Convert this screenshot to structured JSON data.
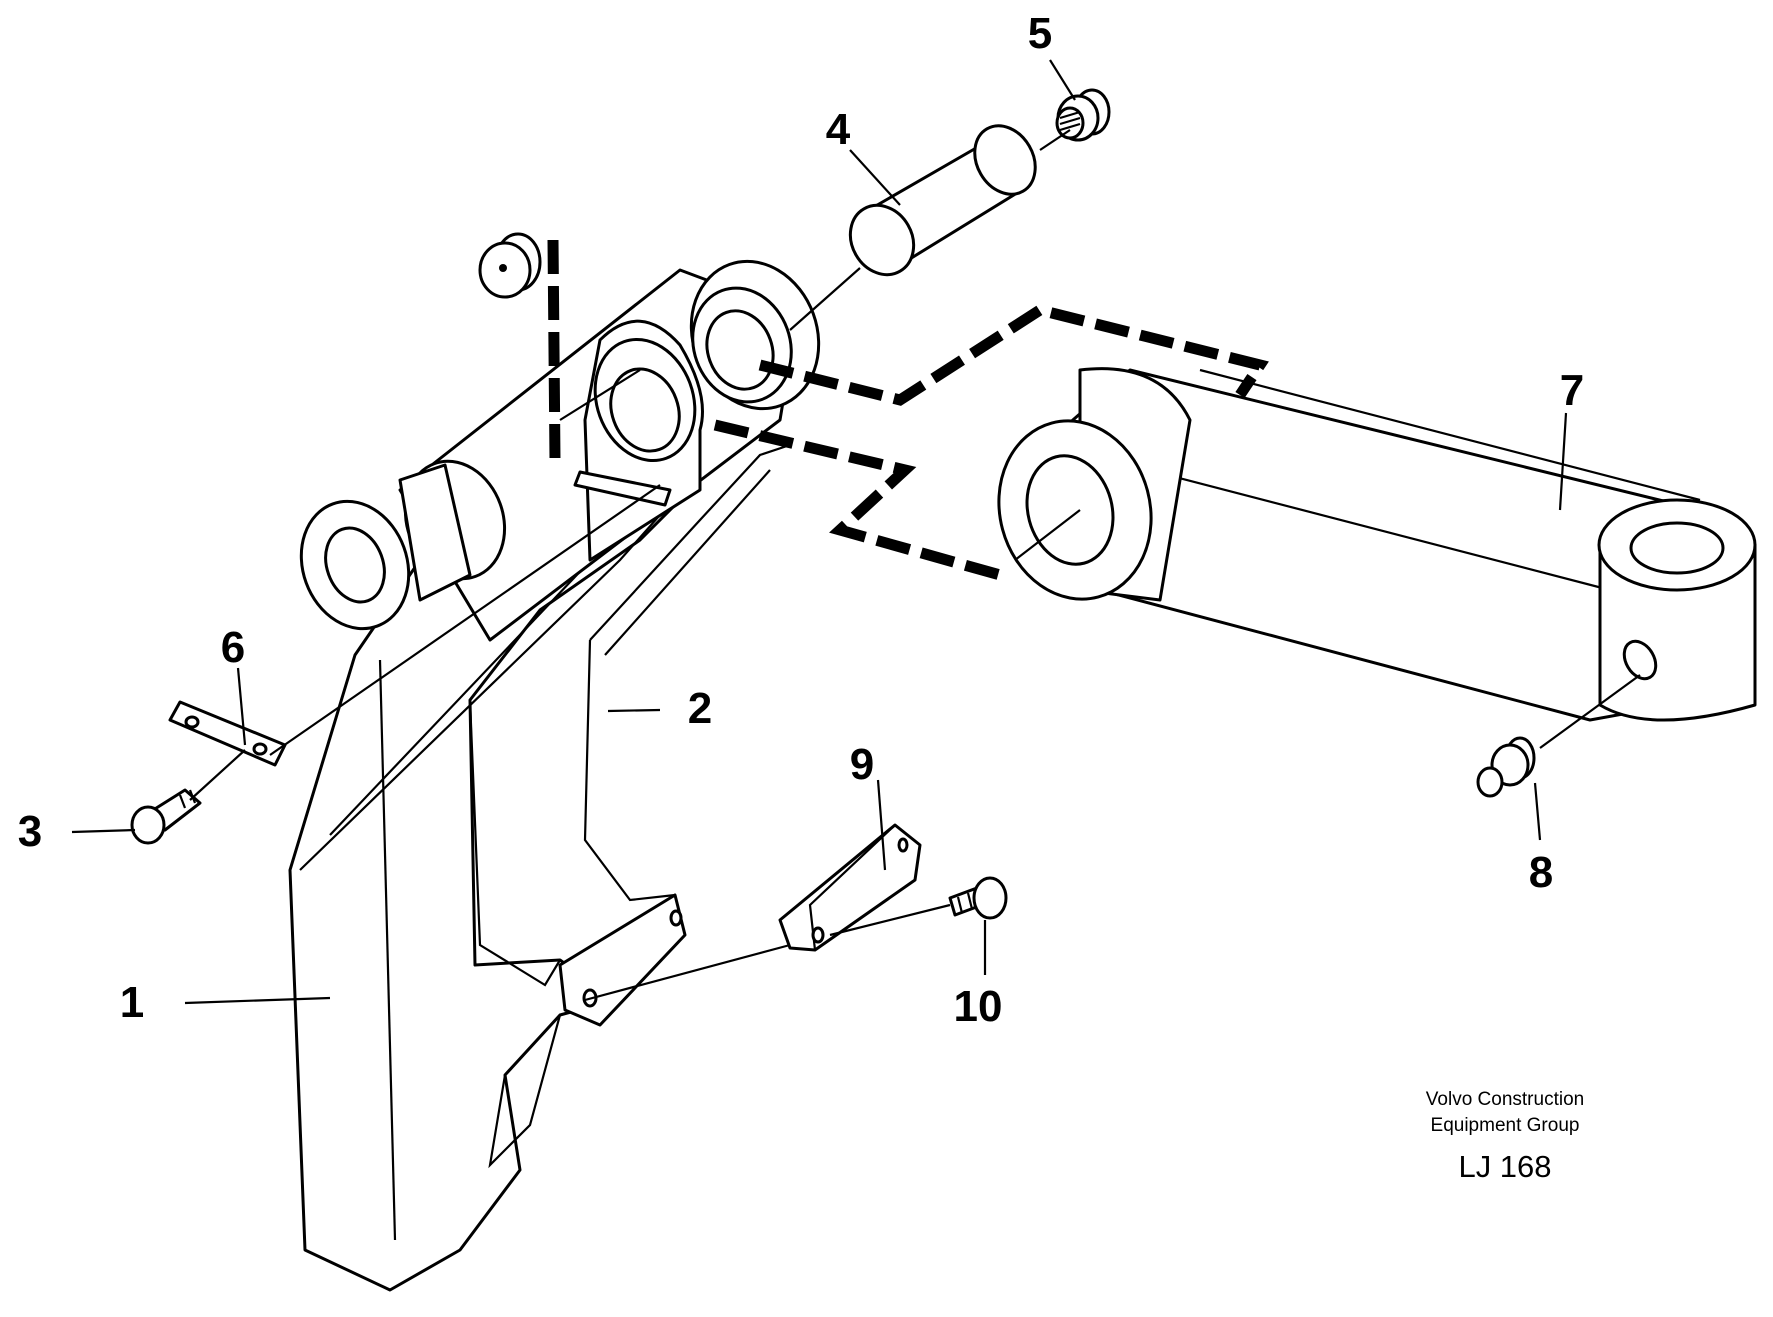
{
  "diagram": {
    "callouts": [
      "1",
      "2",
      "3",
      "4",
      "5",
      "6",
      "7",
      "8",
      "9",
      "10"
    ],
    "credit_line_1": "Volvo Construction",
    "credit_line_2": "Equipment Group",
    "drawing_code": "LJ 168"
  }
}
